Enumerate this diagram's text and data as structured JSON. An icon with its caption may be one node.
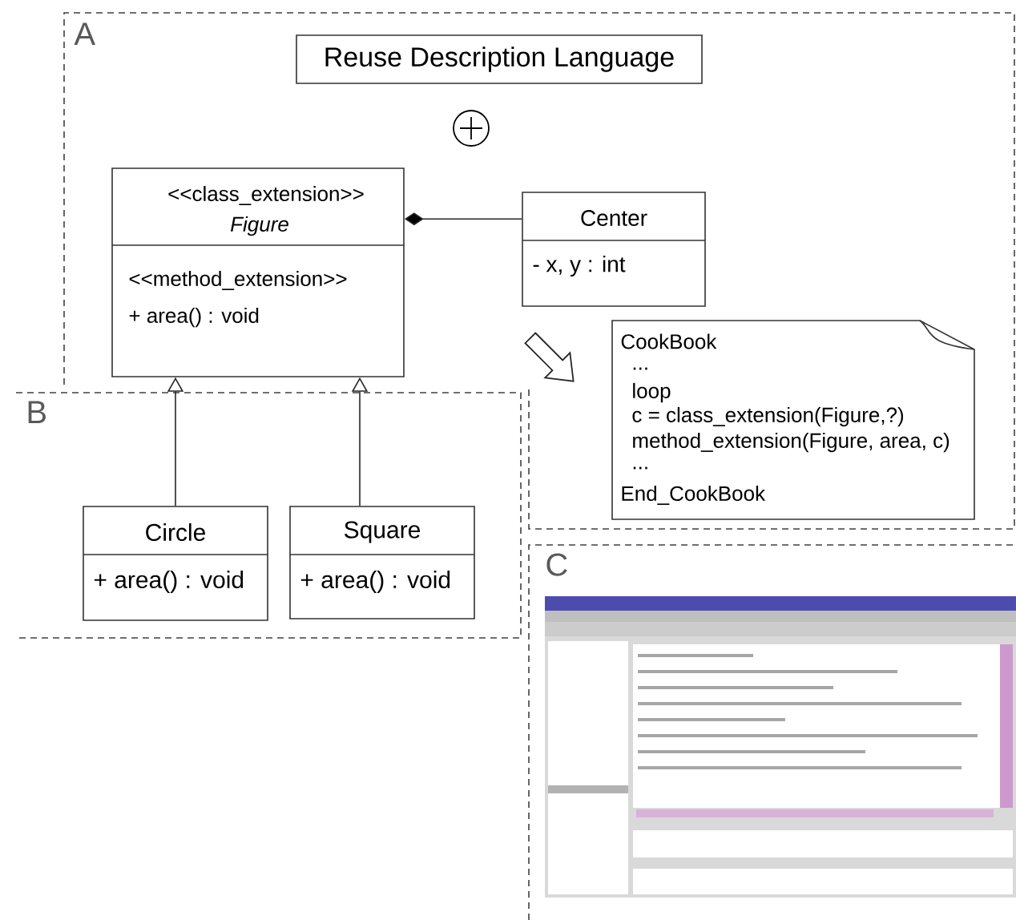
{
  "diagram": {
    "nodes": [
      {
        "text": [
          "A"
        ]
      },
      {
        "text": [
          "Reuse Description Language"
        ],
        "in": 0
      },
      {
        "text": [
          "<<class_extension>>",
          "Figure",
          "<<method_extension>>",
          "+ area() : void"
        ],
        "in": 0
      },
      {
        "text": [
          "Center",
          "- x, y : int"
        ],
        "in": 0
      },
      {
        "text": [
          "CookBook",
          "...",
          "loop",
          "c = class_extension(Figure,?)",
          "method_extension(Figure, area, c)",
          "...",
          "End_CookBook"
        ],
        "in": 0
      },
      {
        "text": [
          "B"
        ]
      },
      {
        "text": [
          "Circle",
          "+ area() : void"
        ],
        "in": 5
      },
      {
        "text": [
          "Square",
          "+ area() : void"
        ],
        "in": 5
      },
      {
        "text": [
          "C"
        ]
      }
    ],
    "edges": [
      {
        "from": 3,
        "to": 2,
        "arrow": "other"
      },
      {
        "from": 6,
        "to": 2,
        "arrow": "to"
      },
      {
        "from": 7,
        "to": 2,
        "arrow": "to"
      },
      {
        "from": null,
        "to": 4,
        "arrow": "to",
        "style": "thick"
      }
    ]
  }
}
